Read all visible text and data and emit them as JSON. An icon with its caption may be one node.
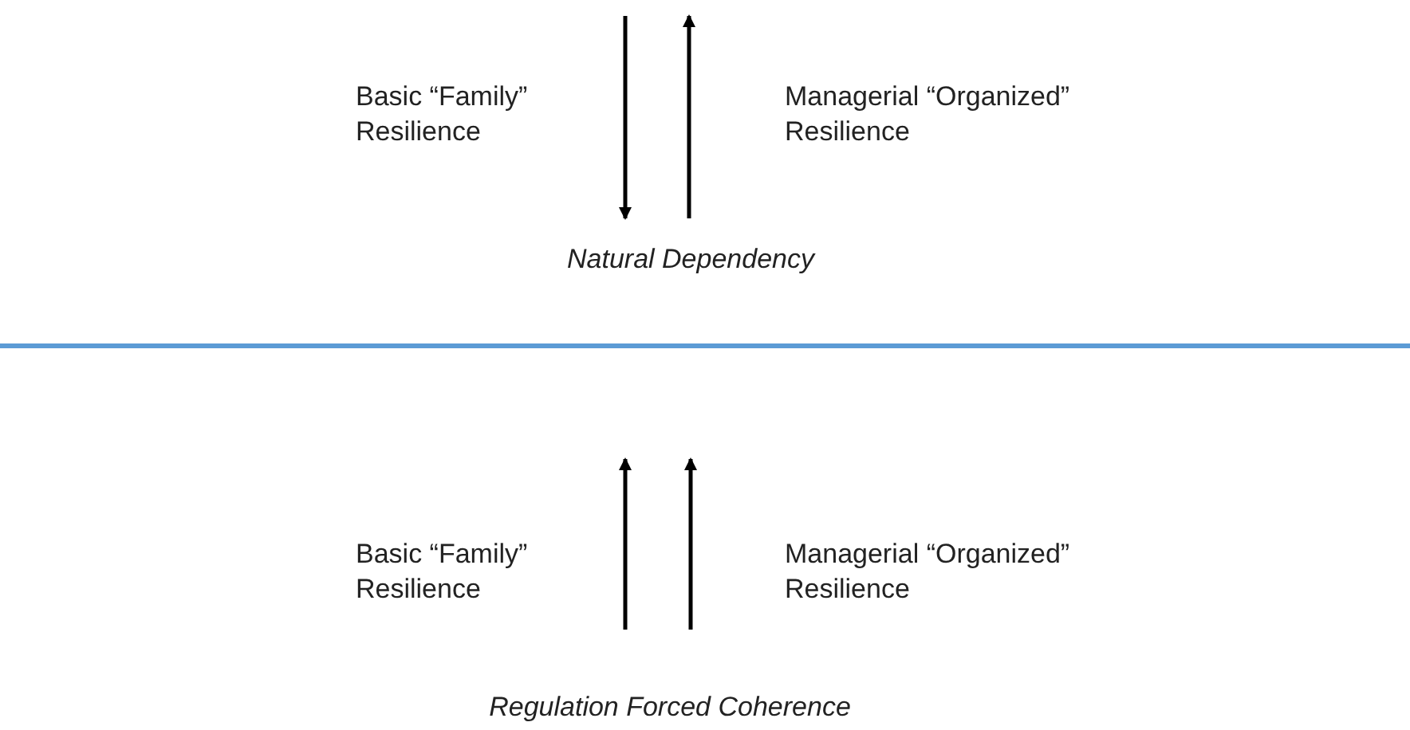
{
  "diagram": {
    "labels": [
      "Basic “Family” Resilience",
      "Managerial “Organized” Resilience",
      "Natural Dependency",
      "Basic “Family” Resilience",
      "Managerial “Organized” Resilience",
      "Regulation Forced Coherence"
    ]
  }
}
